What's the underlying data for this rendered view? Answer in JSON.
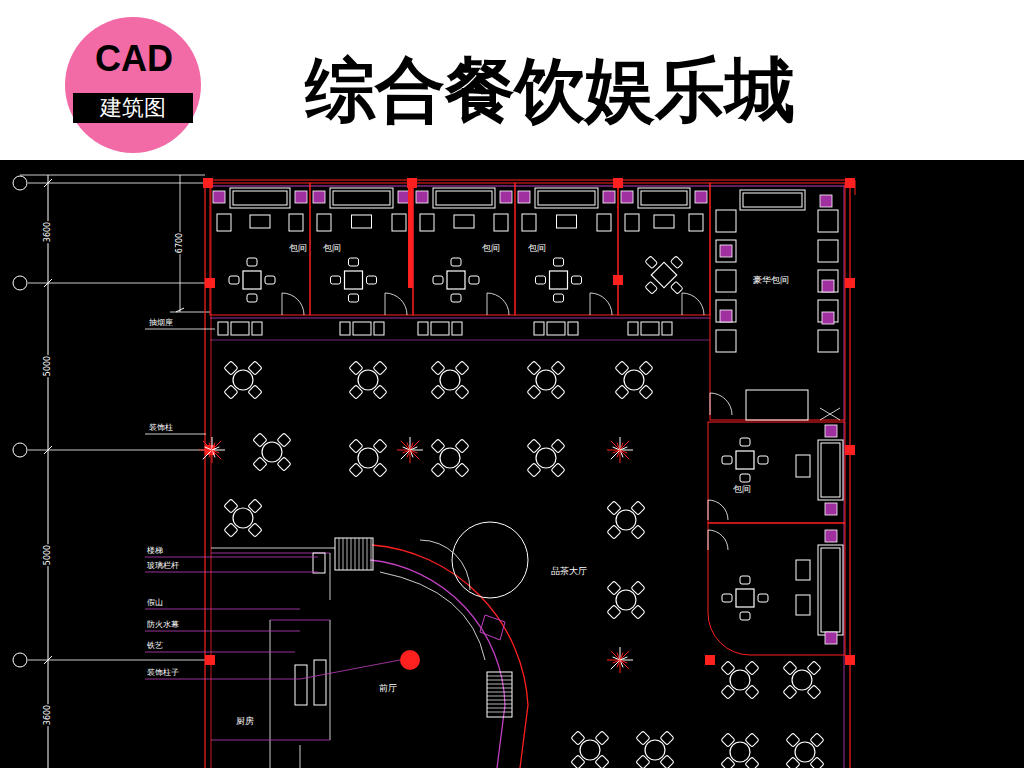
{
  "diagram": {
    "title": "综合餐饮娱乐城",
    "nodes": [
      {
        "text": [
          "CAD",
          "建筑图"
        ]
      },
      {
        "text": [
          "包间"
        ]
      },
      {
        "text": [
          "包间"
        ]
      },
      {
        "text": [
          "包间"
        ]
      },
      {
        "text": [
          "包间"
        ]
      },
      {
        "text": [
          "豪华包间"
        ]
      },
      {
        "text": [
          "包间"
        ]
      }
    ],
    "labels": [
      "6700",
      "3600",
      "5000",
      "5000",
      "3600",
      "抽烟座",
      "装饰柱",
      "楼梯",
      "玻璃栏杆",
      "假山",
      "防火水幕",
      "铁艺",
      "装饰柱子",
      "品茶大厅",
      "前厅",
      "厨房"
    ]
  }
}
